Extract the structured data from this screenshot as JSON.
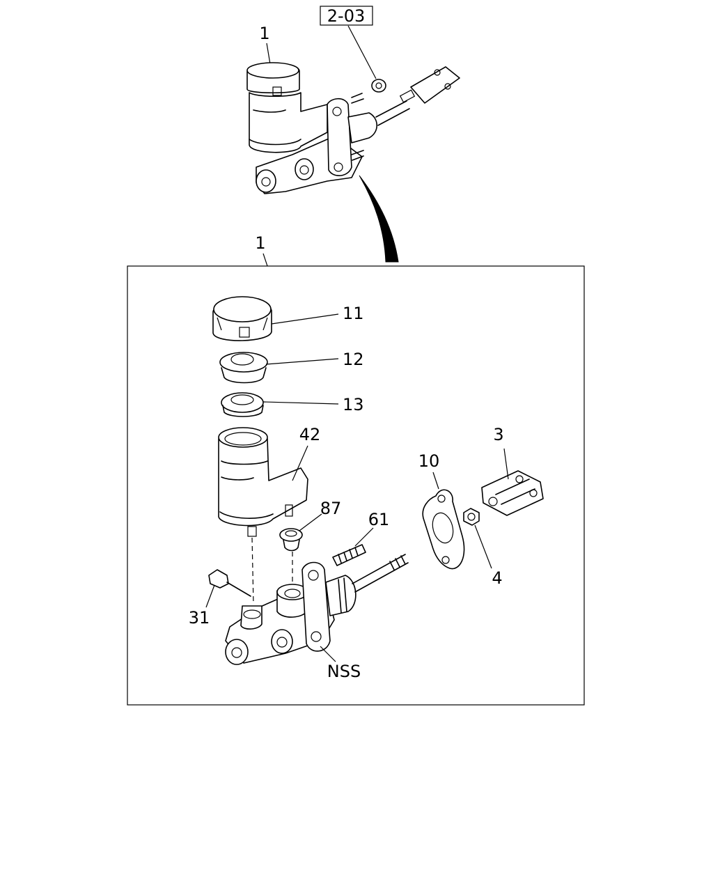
{
  "diagram": {
    "reference_box": "2-03",
    "callouts": {
      "top_assembly": "1",
      "detail_frame": "1",
      "cap": "11",
      "diaphragm": "12",
      "seal": "13",
      "reservoir": "42",
      "grommet": "87",
      "stud": "61",
      "gasket": "10",
      "clevis": "3",
      "nut": "4",
      "screw": "31",
      "body": "NSS"
    }
  }
}
